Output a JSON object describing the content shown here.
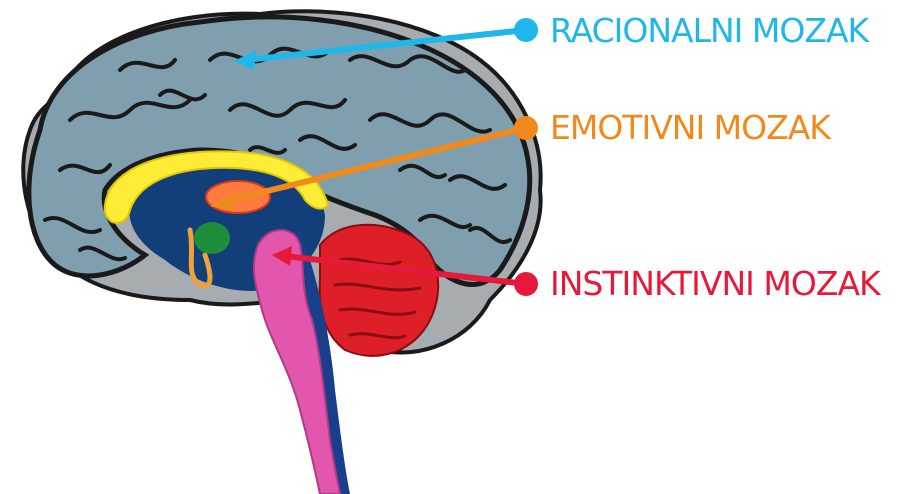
{
  "colors": {
    "background": "#ffffff",
    "cortex": "#7f9fae",
    "cortex_outline": "#1a1a1a",
    "inner_fill": "#a7acb0",
    "corpus_callosum": "#ffec36",
    "limbic_dark": "#123f7a",
    "thalamus": "#ff7a3e",
    "hippocampus_green": "#1d8e39",
    "brainstem": "#e356ad",
    "cerebellum": "#de1f27",
    "spinal_blue": "#1a3f8a"
  },
  "labels": [
    {
      "text": "RACIONALNI MOZAK",
      "color": "#1fb7ea",
      "line_color": "#1fb7ea"
    },
    {
      "text": "EMOTIVNI MOZAK",
      "color": "#f08a1c",
      "line_color": "#f08a1c"
    },
    {
      "text": "INSTINKTIVNI MOZAK",
      "color": "#e6193a",
      "line_color": "#e6193a"
    }
  ]
}
